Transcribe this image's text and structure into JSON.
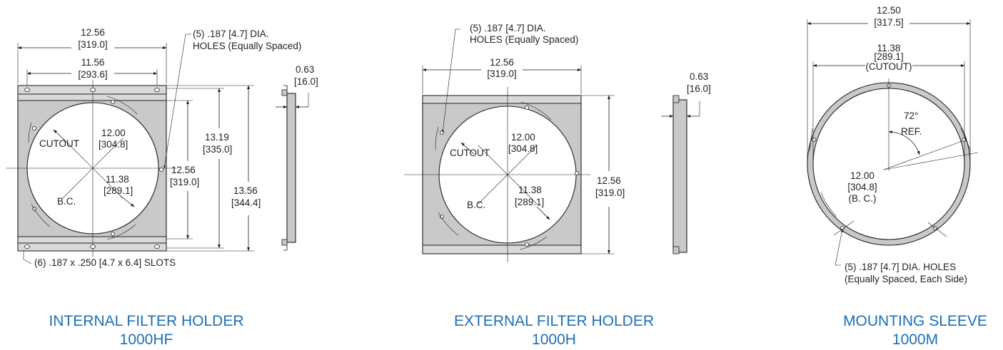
{
  "drawings": [
    {
      "caption": "INTERNAL FILTER HOLDER",
      "model": "1000HF",
      "labels": {
        "w_out_in": "12.56",
        "w_out_mm": "[319.0]",
        "w_in_in": "11.56",
        "w_in_mm": "[293.6]",
        "holes_a": "(5) .187 [4.7] DIA.",
        "holes_b": "HOLES (Equally Spaced)",
        "cutout": "CUTOUT",
        "bc": "B.C.",
        "bc_in": "12.00",
        "bc_mm": "[304.8]",
        "cut_in": "11.38",
        "cut_mm": "[289.1]",
        "h_cut_in": "12.56",
        "h_cut_mm": "[319.0]",
        "h_in_in": "13.19",
        "h_in_mm": "[335.0]",
        "h_out_in": "13.56",
        "h_out_mm": "[344.4]",
        "slots": "(6) .187 x .250 [4.7 x 6.4] SLOTS",
        "depth_in": "0.63",
        "depth_mm": "[16.0]"
      }
    },
    {
      "caption": "EXTERNAL FILTER HOLDER",
      "model": "1000H",
      "labels": {
        "holes_a": "(5) .187 [4.7] DIA.",
        "holes_b": "HOLES (Equally Spaced)",
        "w_in": "12.56",
        "w_mm": "[319.0]",
        "cutout": "CUTOUT",
        "bc": "B.C.",
        "bc_in": "12.00",
        "bc_mm": "[304.8]",
        "cut_in": "11.38",
        "cut_mm": "[289.1]",
        "h_in": "12.56",
        "h_mm": "[319.0]",
        "depth_in": "0.63",
        "depth_mm": "[16.0]"
      }
    },
    {
      "caption": "MOUNTING SLEEVE",
      "model": "1000M",
      "labels": {
        "od_in": "12.50",
        "od_mm": "[317.5]",
        "id_in": "11.38",
        "id_mm": "[289.1]",
        "id_note": "(CUTOUT)",
        "angle": "72°",
        "angle_ref": "REF.",
        "bc_in": "12.00",
        "bc_mm": "[304.8]",
        "bc_note": "(B. C.)",
        "holes_a": "(5) .187 [4.7] DIA. HOLES",
        "holes_b": "(Equally Spaced, Each Side)"
      }
    }
  ],
  "colors": {
    "caption": "#1e6fb5",
    "panel": "#c9c9c9",
    "line": "#231f20"
  }
}
